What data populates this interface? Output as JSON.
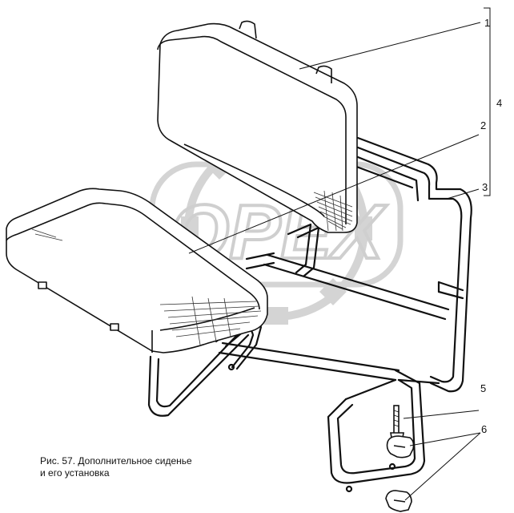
{
  "callouts": {
    "c1": "1",
    "c2": "2",
    "c3": "3",
    "c4": "4",
    "c5": "5",
    "c6": "6"
  },
  "caption": {
    "line1": "Рис. 57. Дополнительное сиденье",
    "line2": "и его установка"
  },
  "watermark": {
    "text": "OPEX",
    "icon": "gear-icon"
  },
  "colors": {
    "line": "#111111",
    "watermark": "#d4d4d4",
    "paper": "#ffffff"
  }
}
